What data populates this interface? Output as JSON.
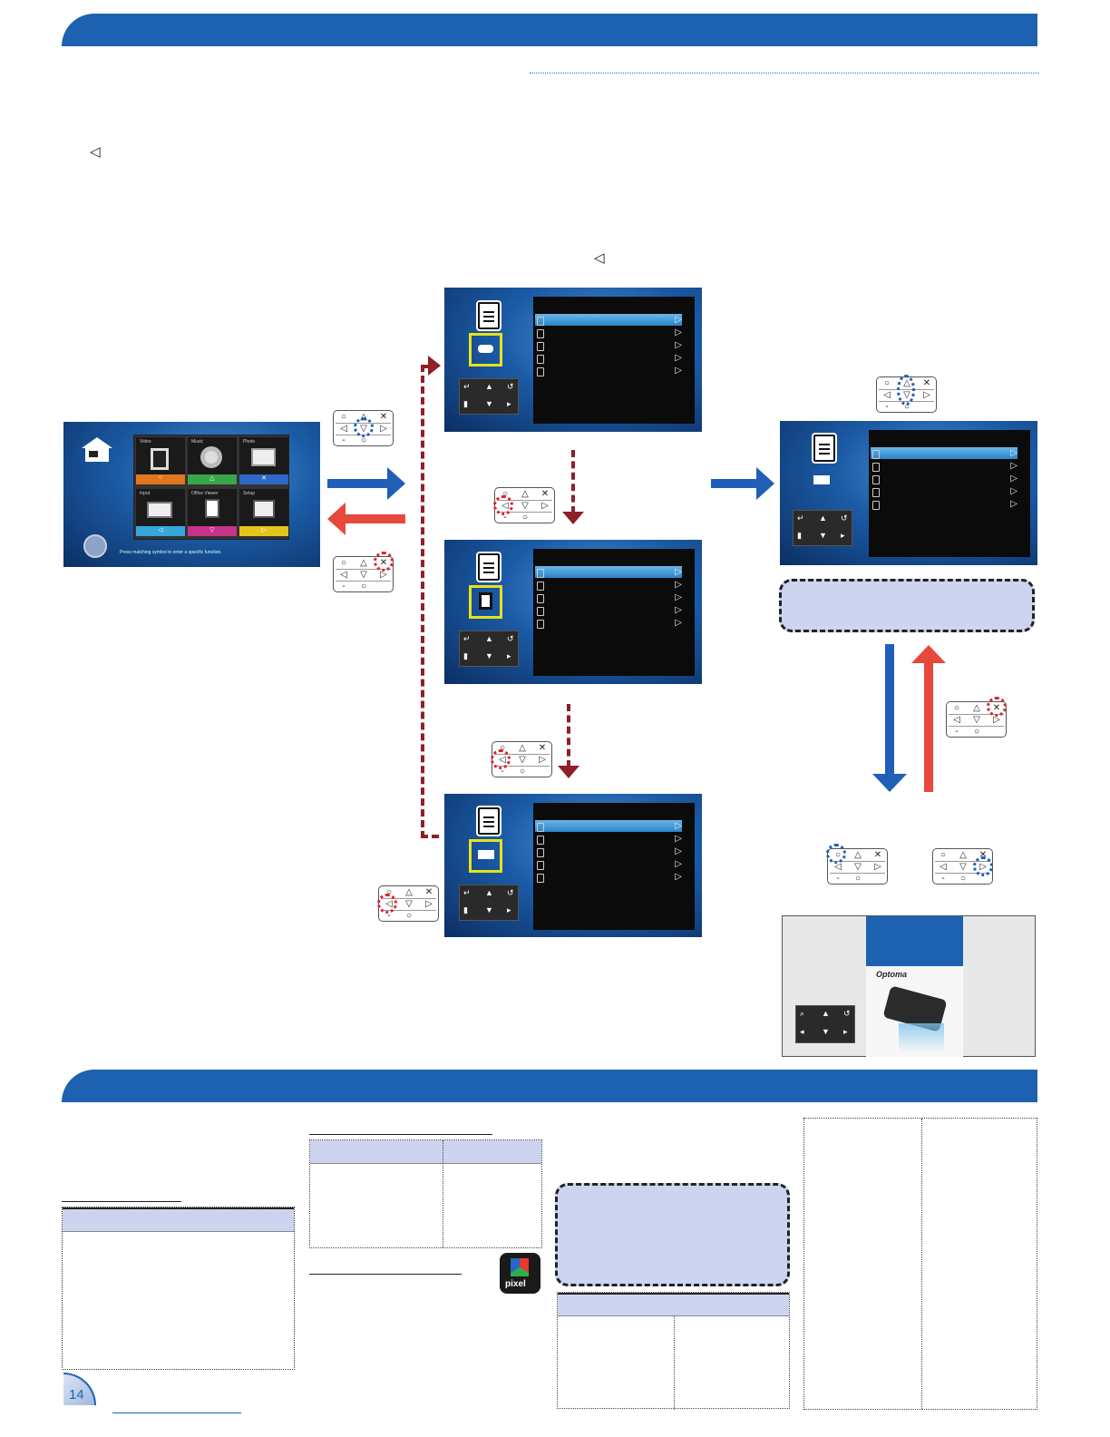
{
  "page": {
    "number": "14"
  },
  "home_screen": {
    "tiles": [
      {
        "label": "Video",
        "key_symbol": "○"
      },
      {
        "label": "Music",
        "key_symbol": "△"
      },
      {
        "label": "Photo",
        "key_symbol": "✕"
      },
      {
        "label": "Input",
        "key_symbol": "◁"
      },
      {
        "label": "Office Viewer",
        "key_symbol": "▽"
      },
      {
        "label": "Setup",
        "key_symbol": "▷"
      }
    ],
    "hint": "Press matching symbol to enter a specific function."
  },
  "remote_keys": {
    "row1": [
      "○",
      "△",
      "✕"
    ],
    "row2": [
      "◁",
      "▽",
      "▷"
    ],
    "row3": [
      "-",
      "○"
    ]
  },
  "inline_symbols": {
    "left_triangle": "◁"
  },
  "logos": {
    "optoma": "Optoma",
    "pixel": "pixel"
  },
  "colors": {
    "banner_blue": "#1d62b1",
    "arrow_blue": "#1f5fb8",
    "arrow_red": "#e8473c",
    "dash_red": "#8e2027",
    "highlight_yellow": "#e6e21a",
    "callout_fill": "#ccd4f0",
    "tile_orange": "#e0761e",
    "tile_green": "#3aa64a",
    "tile_blue": "#2f68c4",
    "tile_cyan": "#35a7dd",
    "tile_magenta": "#c7338c",
    "tile_yellow": "#e3c51d"
  }
}
